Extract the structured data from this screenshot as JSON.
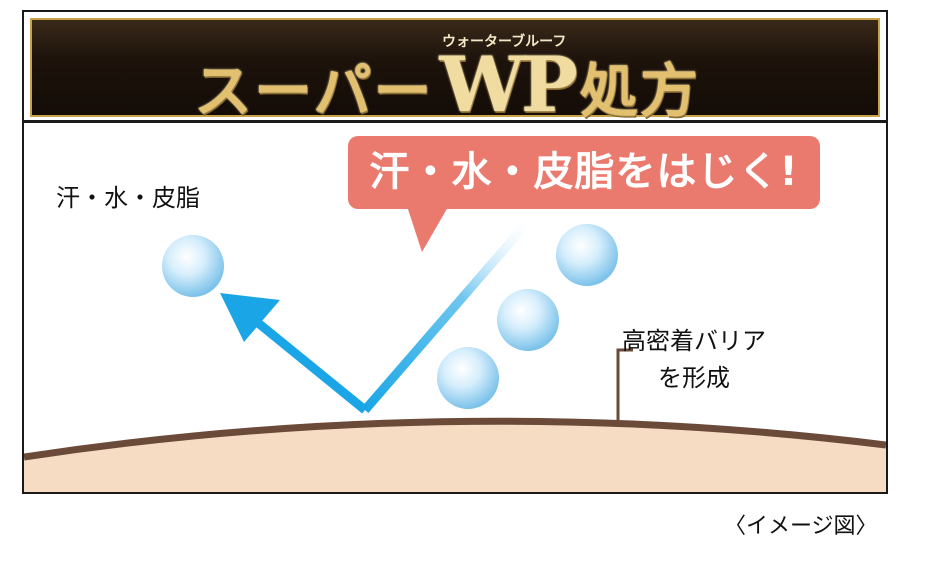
{
  "title": {
    "main": "スーパー",
    "wp": "WP",
    "suffix": "処方",
    "ruby": "ウォーターブルーフ"
  },
  "bubble_text": "汗・水・皮脂をはじく!",
  "left_label": "汗・水・皮脂",
  "right_label": {
    "line1": "高密着バリア",
    "line2": "を形成"
  },
  "caption": "〈イメージ図〉",
  "colors": {
    "banner_bg": "#1c120b",
    "gold": "#e2c070",
    "bubble": "#eb7a6e",
    "arrow": "#1aa6e6",
    "skin": "#f7dcc4",
    "barrier": "#6b4a3a"
  }
}
